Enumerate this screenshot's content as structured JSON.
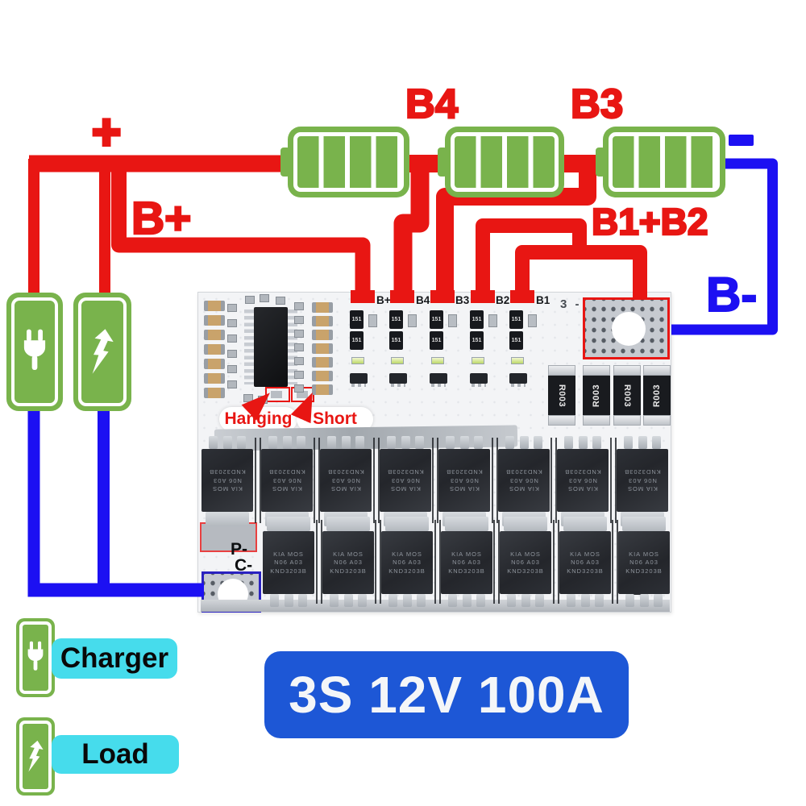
{
  "title_badge": "3S 12V 100A",
  "wiring": {
    "plus": "+",
    "minus": "−",
    "b_plus": "B+",
    "b_minus": "B-",
    "b4": "B4",
    "b3": "B3",
    "b1_b2": "B1+B2"
  },
  "pcb": {
    "pad_labels": [
      "B+",
      "B4",
      "B3",
      "B2",
      "B1"
    ],
    "silkscreen_b_minus": "3 -",
    "callout_hanging": "Hanging",
    "callout_short": "Short",
    "label_p_minus": "P-",
    "label_c_minus": "C-",
    "resistor_code": "151",
    "shunt_code": "R003",
    "mosfet_text": [
      "KIA MOS",
      "N06 A03",
      "KND3203B"
    ]
  },
  "legend": {
    "charger": "Charger",
    "load": "Load"
  },
  "colors": {
    "wire_red": "#e81613",
    "wire_blue": "#1c10f2",
    "battery_green": "#79b34c",
    "label_cyan": "#46dcec",
    "title_blue": "#1d57d6"
  }
}
